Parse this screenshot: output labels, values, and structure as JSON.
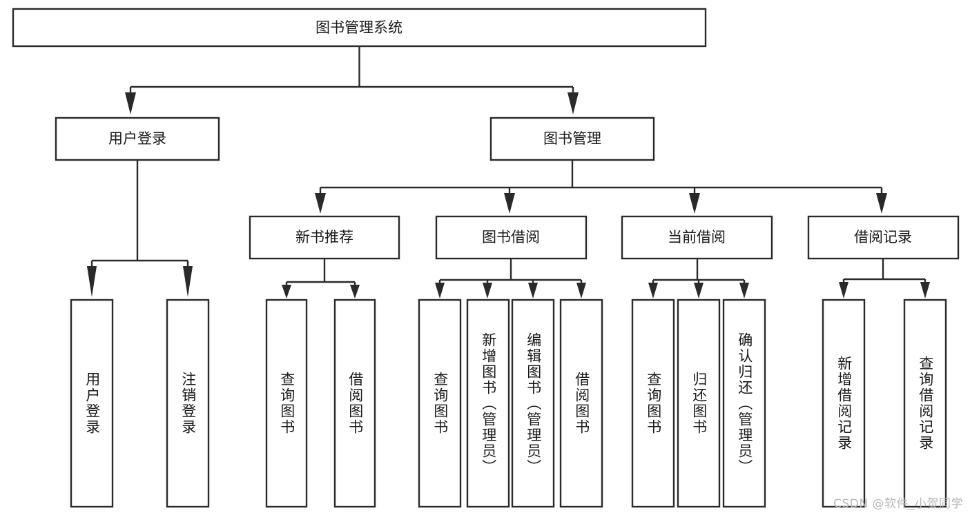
{
  "diagram": {
    "type": "tree",
    "title": "图书管理系统",
    "watermark": "CSDN @软件_小贺同学",
    "colors": {
      "stroke": "#2a2a2a",
      "fill": "#ffffff",
      "text": "#1a1a1a",
      "watermark": "#b9b9b9"
    },
    "levels": {
      "root": {
        "label": "图书管理系统"
      },
      "level2": [
        {
          "label": "用户登录"
        },
        {
          "label": "图书管理"
        }
      ],
      "level3": [
        {
          "label": "新书推荐"
        },
        {
          "label": "图书借阅"
        },
        {
          "label": "当前借阅"
        },
        {
          "label": "借阅记录"
        }
      ],
      "leaves": {
        "user_login": [
          {
            "label": "用户登录"
          },
          {
            "label": "注销登录"
          }
        ],
        "new_book": [
          {
            "label": "查询图书"
          },
          {
            "label": "借阅图书"
          }
        ],
        "book_borrow": [
          {
            "label": "查询图书"
          },
          {
            "label": "新增图书（管理员）"
          },
          {
            "label": "编辑图书（管理员）"
          },
          {
            "label": "借阅图书"
          }
        ],
        "current_borrow": [
          {
            "label": "查询图书"
          },
          {
            "label": "归还图书"
          },
          {
            "label": "确认归还（管理员）"
          }
        ],
        "borrow_record": [
          {
            "label": "新增借阅记录"
          },
          {
            "label": "查询借阅记录"
          }
        ]
      }
    }
  }
}
